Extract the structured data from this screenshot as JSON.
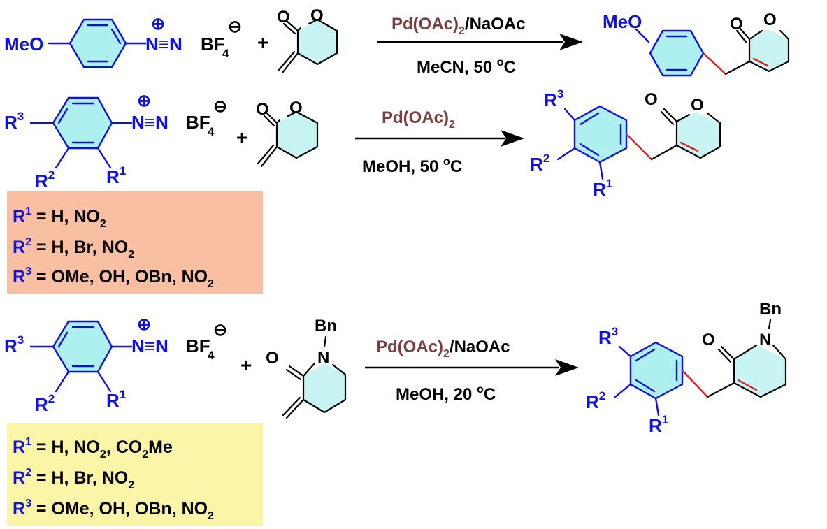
{
  "colors": {
    "structure": "#000000",
    "substituent": "#1010e0",
    "catalyst": "#7a4040",
    "new_bond": "#e02020",
    "aromatic_fill": "#aef0f0",
    "ring_fill": "#c8f4f4",
    "box_1": "#f9bfa3",
    "box_2": "#fbf6a7"
  },
  "reaction_1": {
    "diazonium": {
      "meo": "MeO",
      "plus": "⊕",
      "n_n": "N≡N",
      "bf": "BF",
      "bf_sub": "4",
      "minus": "⊖"
    },
    "plus_sign": "+",
    "lactone_o": "O",
    "lactone_carbonyl_o": "O",
    "reagent": {
      "catalyst": "Pd(OAc)",
      "catalyst_sub": "2",
      "additive": "/NaOAc"
    },
    "conditions": {
      "text": "MeCN, 50 ",
      "degree": "o",
      "unit": "C"
    },
    "product": {
      "meo": "MeO",
      "carbonyl_o": "O",
      "ring_o": "O"
    }
  },
  "reaction_2": {
    "diazonium": {
      "r3": "R",
      "r3_sup": "3",
      "r2": "R",
      "r2_sup": "2",
      "r1": "R",
      "r1_sup": "1",
      "plus": "⊕",
      "n_n": "N≡N",
      "bf": "BF",
      "bf_sub": "4",
      "minus": "⊖"
    },
    "plus_sign": "+",
    "lactone_o": "O",
    "lactone_carbonyl_o": "O",
    "reagent": {
      "catalyst": "Pd(OAc)",
      "catalyst_sub": "2"
    },
    "conditions": {
      "text": "MeOH, 50 ",
      "degree": "o",
      "unit": "C"
    },
    "product": {
      "r3": "R",
      "r3_sup": "3",
      "r2": "R",
      "r2_sup": "2",
      "r1": "R",
      "r1_sup": "1",
      "carbonyl_o": "O",
      "ring_o": "O"
    },
    "substituent_box": [
      {
        "label": "R",
        "sup": "1",
        "values": [
          {
            "t": " = H, NO"
          },
          {
            "sub": "2"
          }
        ]
      },
      {
        "label": "R",
        "sup": "2",
        "values": [
          {
            "t": " = H, Br, NO"
          },
          {
            "sub": "2"
          }
        ]
      },
      {
        "label": "R",
        "sup": "3",
        "values": [
          {
            "t": " = OMe, OH, OBn, NO"
          },
          {
            "sub": "2"
          }
        ]
      }
    ]
  },
  "reaction_3": {
    "diazonium": {
      "r3": "R",
      "r3_sup": "3",
      "r2": "R",
      "r2_sup": "2",
      "r1": "R",
      "r1_sup": "1",
      "plus": "⊕",
      "n_n": "N≡N",
      "bf": "BF",
      "bf_sub": "4",
      "minus": "⊖"
    },
    "plus_sign": "+",
    "lactam": {
      "bn": "Bn",
      "n": "N",
      "carbonyl_o": "O"
    },
    "reagent": {
      "catalyst": "Pd(OAc)",
      "catalyst_sub": "2",
      "additive": "/NaOAc"
    },
    "conditions": {
      "text": "MeOH, 20 ",
      "degree": "o",
      "unit": "C"
    },
    "product": {
      "r3": "R",
      "r3_sup": "3",
      "r2": "R",
      "r2_sup": "2",
      "r1": "R",
      "r1_sup": "1",
      "bn": "Bn",
      "n": "N",
      "carbonyl_o": "O"
    },
    "substituent_box": [
      {
        "label": "R",
        "sup": "1",
        "values": [
          {
            "t": " = H, NO"
          },
          {
            "sub": "2"
          },
          {
            "t": ", CO"
          },
          {
            "sub": "2"
          },
          {
            "t": "Me"
          }
        ]
      },
      {
        "label": "R",
        "sup": "2",
        "values": [
          {
            "t": " = H, Br, NO"
          },
          {
            "sub": "2"
          }
        ]
      },
      {
        "label": "R",
        "sup": "3",
        "values": [
          {
            "t": " = OMe, OH, OBn, NO"
          },
          {
            "sub": "2"
          }
        ]
      }
    ]
  }
}
